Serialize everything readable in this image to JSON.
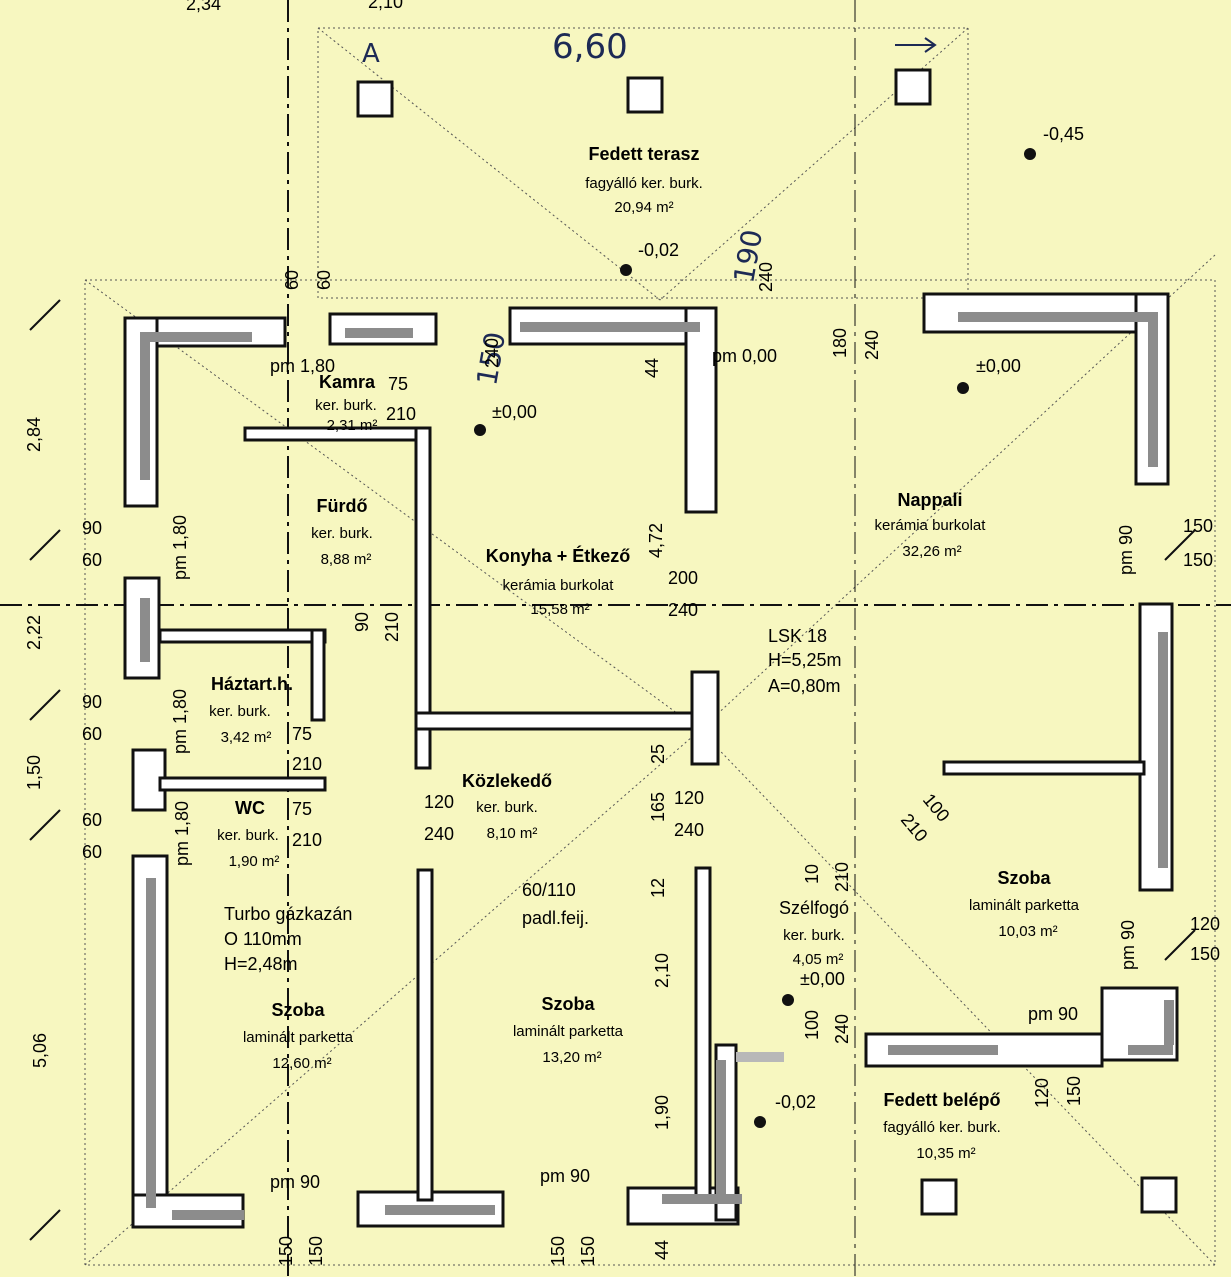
{
  "handwritten": {
    "width": "6,60",
    "dim150": "150",
    "dim190": "190",
    "arrow_a": "A"
  },
  "rooms": {
    "terasz": {
      "name": "Fedett terasz",
      "finish": "fagyálló ker. burk.",
      "area": "20,94 m²"
    },
    "kamra": {
      "name": "Kamra",
      "finish": "ker. burk.",
      "area": "2,31 m²"
    },
    "furdo": {
      "name": "Fürdő",
      "finish": "ker. burk.",
      "area": "8,88 m²"
    },
    "konyha": {
      "name": "Konyha + Étkező",
      "finish": "kerámia burkolat",
      "area": "15,58 m²"
    },
    "nappali": {
      "name": "Nappali",
      "finish": "kerámia burkolat",
      "area": "32,26 m²"
    },
    "haztart": {
      "name": "Háztart.h.",
      "finish": "ker. burk.",
      "area": "3,42 m²"
    },
    "wc": {
      "name": "WC",
      "finish": "ker. burk.",
      "area": "1,90 m²"
    },
    "kozlekedo": {
      "name": "Közlekedő",
      "finish": "ker. burk.",
      "area": "8,10 m²"
    },
    "szoba1": {
      "name": "Szoba",
      "finish": "laminált parketta",
      "area": "12,60 m²"
    },
    "szoba2": {
      "name": "Szoba",
      "finish": "laminált parketta",
      "area": "13,20 m²"
    },
    "szoba3": {
      "name": "Szoba",
      "finish": "laminált parketta",
      "area": "10,03 m²"
    },
    "szelfogo": {
      "name": "Szélfogó",
      "finish": "ker. burk.",
      "area": "4,05 m²"
    },
    "belepo": {
      "name": "Fedett belépő",
      "finish": "fagyálló ker. burk.",
      "area": "10,35 m²"
    }
  },
  "notes": {
    "lsk1": "LSK 18",
    "lsk2": "H=5,25m",
    "lsk3": "A=0,80m",
    "turbo1": "Turbo gázkazán",
    "turbo2": "O 110mm",
    "turbo3": "H=2,48m",
    "padl1": "60/110",
    "padl2": "padl.feij."
  },
  "levels": {
    "l045": "-0,45",
    "l002": "-0,02",
    "l000a": "±0,00",
    "l000b": "±0,00",
    "l000c": "±0,00",
    "l002b": "-0,02",
    "pm000": "pm 0,00",
    "pm180": "pm 1,80"
  },
  "dims": {
    "top234": "2,34",
    "top210": "2,10",
    "left284": "2,84",
    "left222": "2,22",
    "left150": "1,50",
    "left506": "5,06",
    "l90a": "90",
    "l60a": "60",
    "l90b": "90",
    "l60b": "60",
    "l60c": "60",
    "l60d": "60",
    "r150a": "150",
    "r150b": "150",
    "r120": "120",
    "r150c": "150",
    "v60a": "60",
    "v60b": "60",
    "v240a": "240",
    "v240b": "240",
    "v180": "180",
    "v240c": "240",
    "v44a": "44",
    "v472": "4,72",
    "v25": "25",
    "v165": "165",
    "v12": "12",
    "v210a": "2,10",
    "v190": "1,90",
    "k75": "75",
    "k210": "210",
    "d200": "200",
    "d240": "240",
    "d90": "90",
    "d210b": "210",
    "d75b": "75",
    "d210c": "210",
    "d75c": "75",
    "d210d": "210",
    "d120a": "120",
    "d240a": "240",
    "d120b": "120",
    "d240b": "240",
    "d100": "100",
    "d210e": "210",
    "pm180b": "pm 1,80",
    "pm180c": "pm 1,80",
    "pm180d": "pm 1,80",
    "pm90a": "pm 90",
    "pm90b": "pm 90",
    "pm90c": "pm 90",
    "pm90d": "pm 90",
    "pm90e": "pm 90",
    "s100": "100",
    "s240": "240",
    "s10": "10",
    "s210": "210",
    "b120": "120",
    "b150": "150",
    "bot150a": "150",
    "bot150b": "150",
    "bot150c": "150",
    "bot150d": "150",
    "bot44": "44"
  }
}
